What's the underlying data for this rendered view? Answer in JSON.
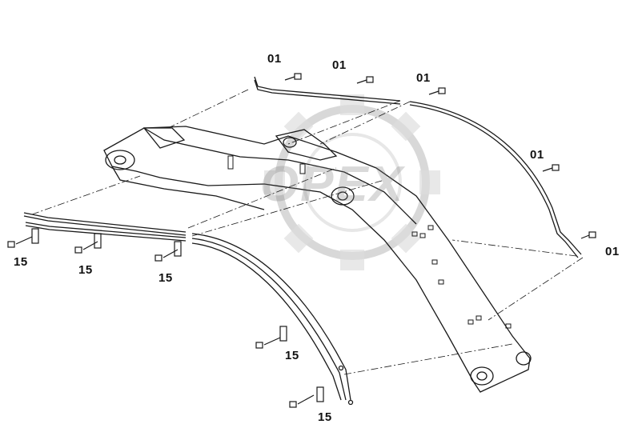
{
  "colors": {
    "line": "#1a1a1a",
    "watermark": "#c9c9c9",
    "background": "#ffffff"
  },
  "watermark": {
    "text": "OPEX",
    "icon": "gear-icon"
  },
  "callouts": [
    {
      "id": "c1",
      "text": "01"
    },
    {
      "id": "c2",
      "text": "01"
    },
    {
      "id": "c3",
      "text": "01"
    },
    {
      "id": "c4",
      "text": "01"
    },
    {
      "id": "c5",
      "text": "01"
    },
    {
      "id": "c6",
      "text": "15"
    },
    {
      "id": "c7",
      "text": "15"
    },
    {
      "id": "c8",
      "text": "15"
    },
    {
      "id": "c9",
      "text": "15"
    },
    {
      "id": "c10",
      "text": "15"
    }
  ]
}
